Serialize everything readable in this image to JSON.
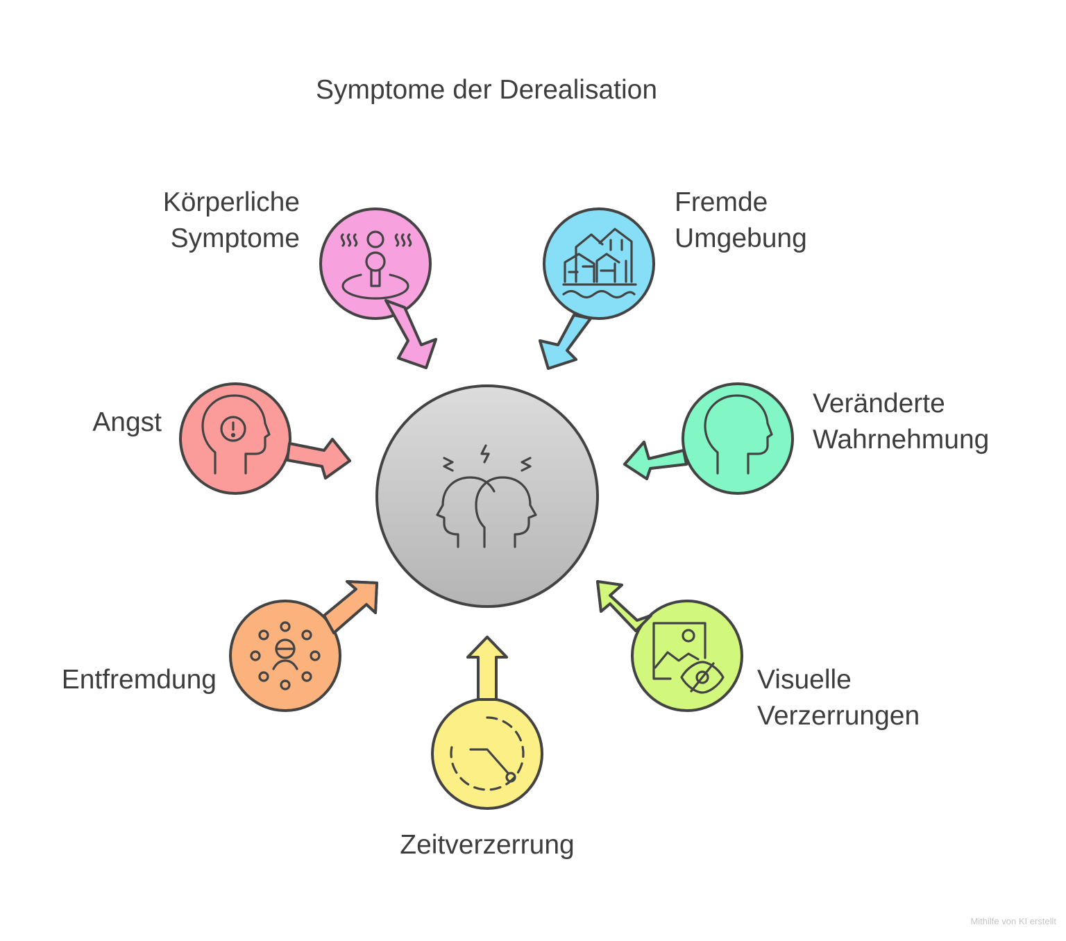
{
  "title": "Symptome der Derealisation",
  "center": {
    "icon": "two-heads-stress-icon",
    "color": "#c8c8c8"
  },
  "items": [
    {
      "id": "koerper",
      "lines": [
        "Körperliche",
        "Symptome"
      ],
      "color": "#f7a1de",
      "icon": "person-steam-icon"
    },
    {
      "id": "umgebung",
      "lines": [
        "Fremde",
        "Umgebung"
      ],
      "color": "#86dff7",
      "icon": "houses-water-icon"
    },
    {
      "id": "wahrnehmung",
      "lines": [
        "Veränderte",
        "Wahrnehmung"
      ],
      "color": "#82f7c5",
      "icon": "head-profile-icon"
    },
    {
      "id": "visuell",
      "lines": [
        "Visuelle",
        "Verzerrungen"
      ],
      "color": "#d1f77d",
      "icon": "image-eye-slash-icon"
    },
    {
      "id": "zeit",
      "lines": [
        "Zeitverzerrung"
      ],
      "color": "#fcef86",
      "icon": "clock-dashed-icon"
    },
    {
      "id": "entfremdung",
      "lines": [
        "Entfremdung"
      ],
      "color": "#fcb27d",
      "icon": "person-circle-dots-icon"
    },
    {
      "id": "angst",
      "lines": [
        "Angst"
      ],
      "color": "#fb9c9a",
      "icon": "head-exclamation-icon"
    }
  ],
  "credit": "Mithilfe von KI erstellt"
}
